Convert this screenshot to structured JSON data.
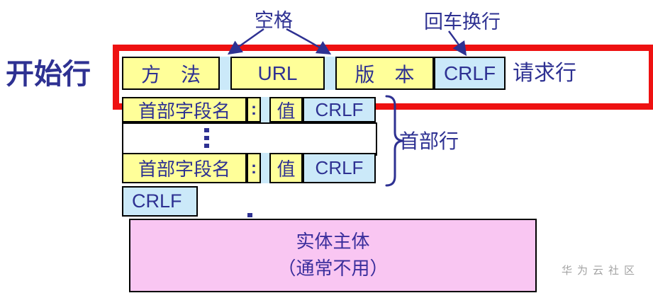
{
  "labels": {
    "start_line": "开始行",
    "space": "空格",
    "crlf_meaning": "回车换行",
    "header_lines": "首部行"
  },
  "request_row": {
    "method": "方　法",
    "url": "URL",
    "version": "版　本",
    "crlf": "CRLF",
    "caption": "请求行"
  },
  "header_row": {
    "field_name": "首部字段名",
    "colon": ":",
    "value": "值",
    "crlf": "CRLF"
  },
  "blank_crlf_row": {
    "crlf": "CRLF"
  },
  "entity_body": {
    "line1": "实体主体",
    "line2": "（通常不用）"
  },
  "watermark": "华为云社区",
  "colors": {
    "accent_text": "#2E3192",
    "yellow_fill": "#FFFF99",
    "blue_fill": "#CBE9F9",
    "pink_fill": "#F9C6F2",
    "red_border": "#EE1111",
    "black_border": "#000000",
    "watermark_gray": "#A3A3A3"
  }
}
